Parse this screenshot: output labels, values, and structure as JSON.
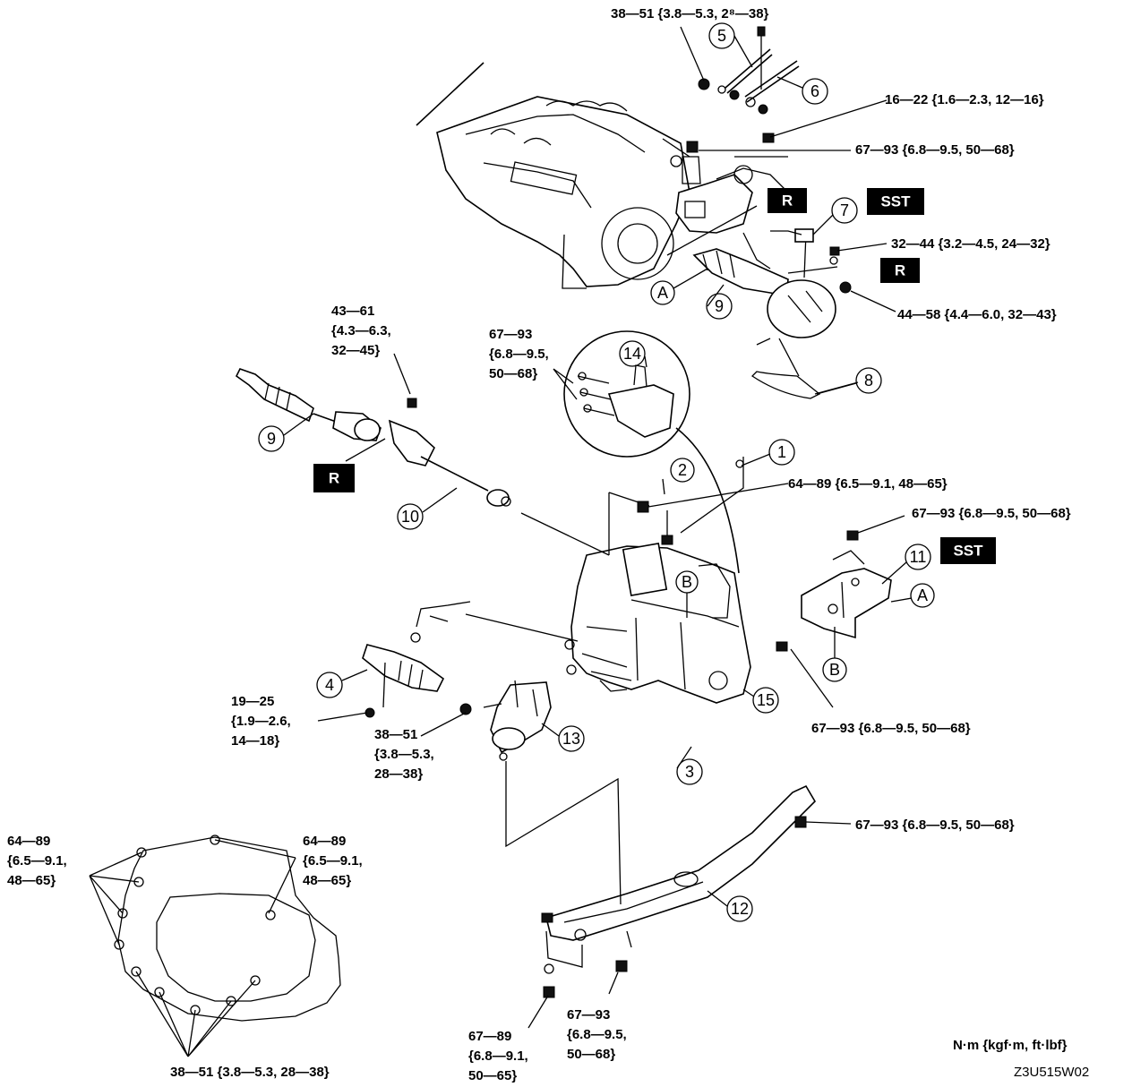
{
  "diagram": {
    "figure_code": "Z3U515W02",
    "units": "N·m {kgf·m, ft·lbf}",
    "torques": {
      "t_top": "38—51 {3.8—5.3, 2⁸—38}",
      "t_1522": "16—22 {1.6—2.3, 12—16}",
      "t_6793_top": "67—93 {6.8—9.5, 50—68}",
      "t_3244": "32—44 {3.2—4.5, 24—32}",
      "t_4458": "44—58 {4.4—6.0, 32—43}",
      "t_4361": [
        "43—61",
        "{4.3—6.3,",
        "32—45}"
      ],
      "t_6793_stack": [
        "67—93",
        "{6.8—9.5,",
        "50—68}"
      ],
      "t_6489_mid": "64—89 {6.5—9.1, 48—65}",
      "t_6793_right": "67—93 {6.8—9.5, 50—68}",
      "t_1925": [
        "19—25",
        "{1.9—2.6,",
        "14—18}"
      ],
      "t_3851_mid": [
        "38—51",
        "{3.8—5.3,",
        "28—38}"
      ],
      "t_6793_bottomright": "67—93 {6.8—9.5, 50—68}",
      "t_6793_crossmember": "67—93 {6.8—9.5, 50—68}",
      "t_6489_left": [
        "64—89",
        "{6.5—9.1,",
        "48—65}"
      ],
      "t_6489_right": [
        "64—89",
        "{6.5—9.1,",
        "48—65}"
      ],
      "t_6789": [
        "67—89",
        "{6.8—9.1,",
        "50—65}"
      ],
      "t_6793_bottom": [
        "67—93",
        "{6.8—9.5,",
        "50—68}"
      ],
      "t_3851_bottom": "38—51 {3.8—5.3, 28—38}"
    },
    "callouts": [
      "1",
      "2",
      "3",
      "4",
      "5",
      "6",
      "7",
      "8",
      "9",
      "9",
      "10",
      "11",
      "12",
      "13",
      "14",
      "15"
    ],
    "tags": {
      "r1": "R",
      "r2": "R",
      "r3": "R",
      "sst1": "SST",
      "sst2": "SST"
    },
    "letters": {
      "a1": "A",
      "a2": "A",
      "b1": "B",
      "b2": "B"
    }
  }
}
